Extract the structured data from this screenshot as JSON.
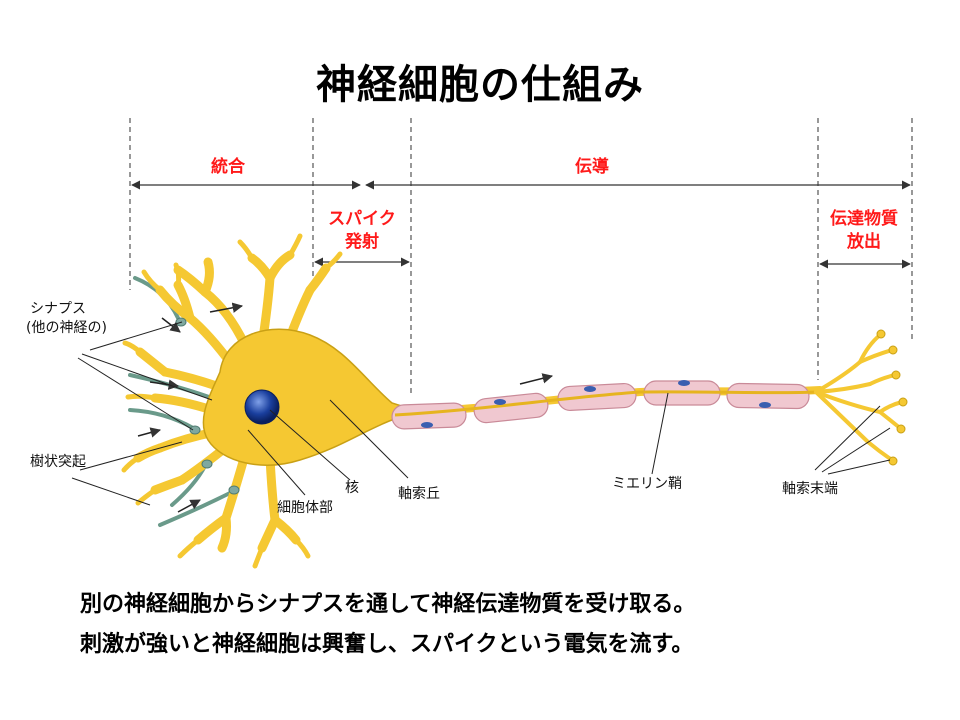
{
  "title": "神経細胞の仕組み",
  "phases": {
    "integration": "統合",
    "conduction": "伝導",
    "spike_line1": "スパイク",
    "spike_line2": "発射",
    "release_line1": "伝達物質",
    "release_line2": "放出"
  },
  "parts": {
    "synapse_line1": "シナプス",
    "synapse_line2": "(他の神経の)",
    "dendrite": "樹状突起",
    "nucleus": "核",
    "cell_body": "細胞体部",
    "axon_hillock": "軸索丘",
    "myelin_sheath": "ミエリン鞘",
    "axon_terminal": "軸索末端"
  },
  "captions": [
    "別の神経細胞からシナプスを通して神経伝達物質を受け取る。",
    "刺激が強いと神経細胞は興奮し、スパイクという電気を流す。"
  ],
  "colors": {
    "neuron_fill": "#f5c832",
    "neuron_stroke": "#c9a015",
    "myelin_fill": "#f0c8d0",
    "nucleus": "#1a3f9e",
    "synapse_fiber": "#6a9a8a",
    "phase_label": "#ff1a1a"
  }
}
